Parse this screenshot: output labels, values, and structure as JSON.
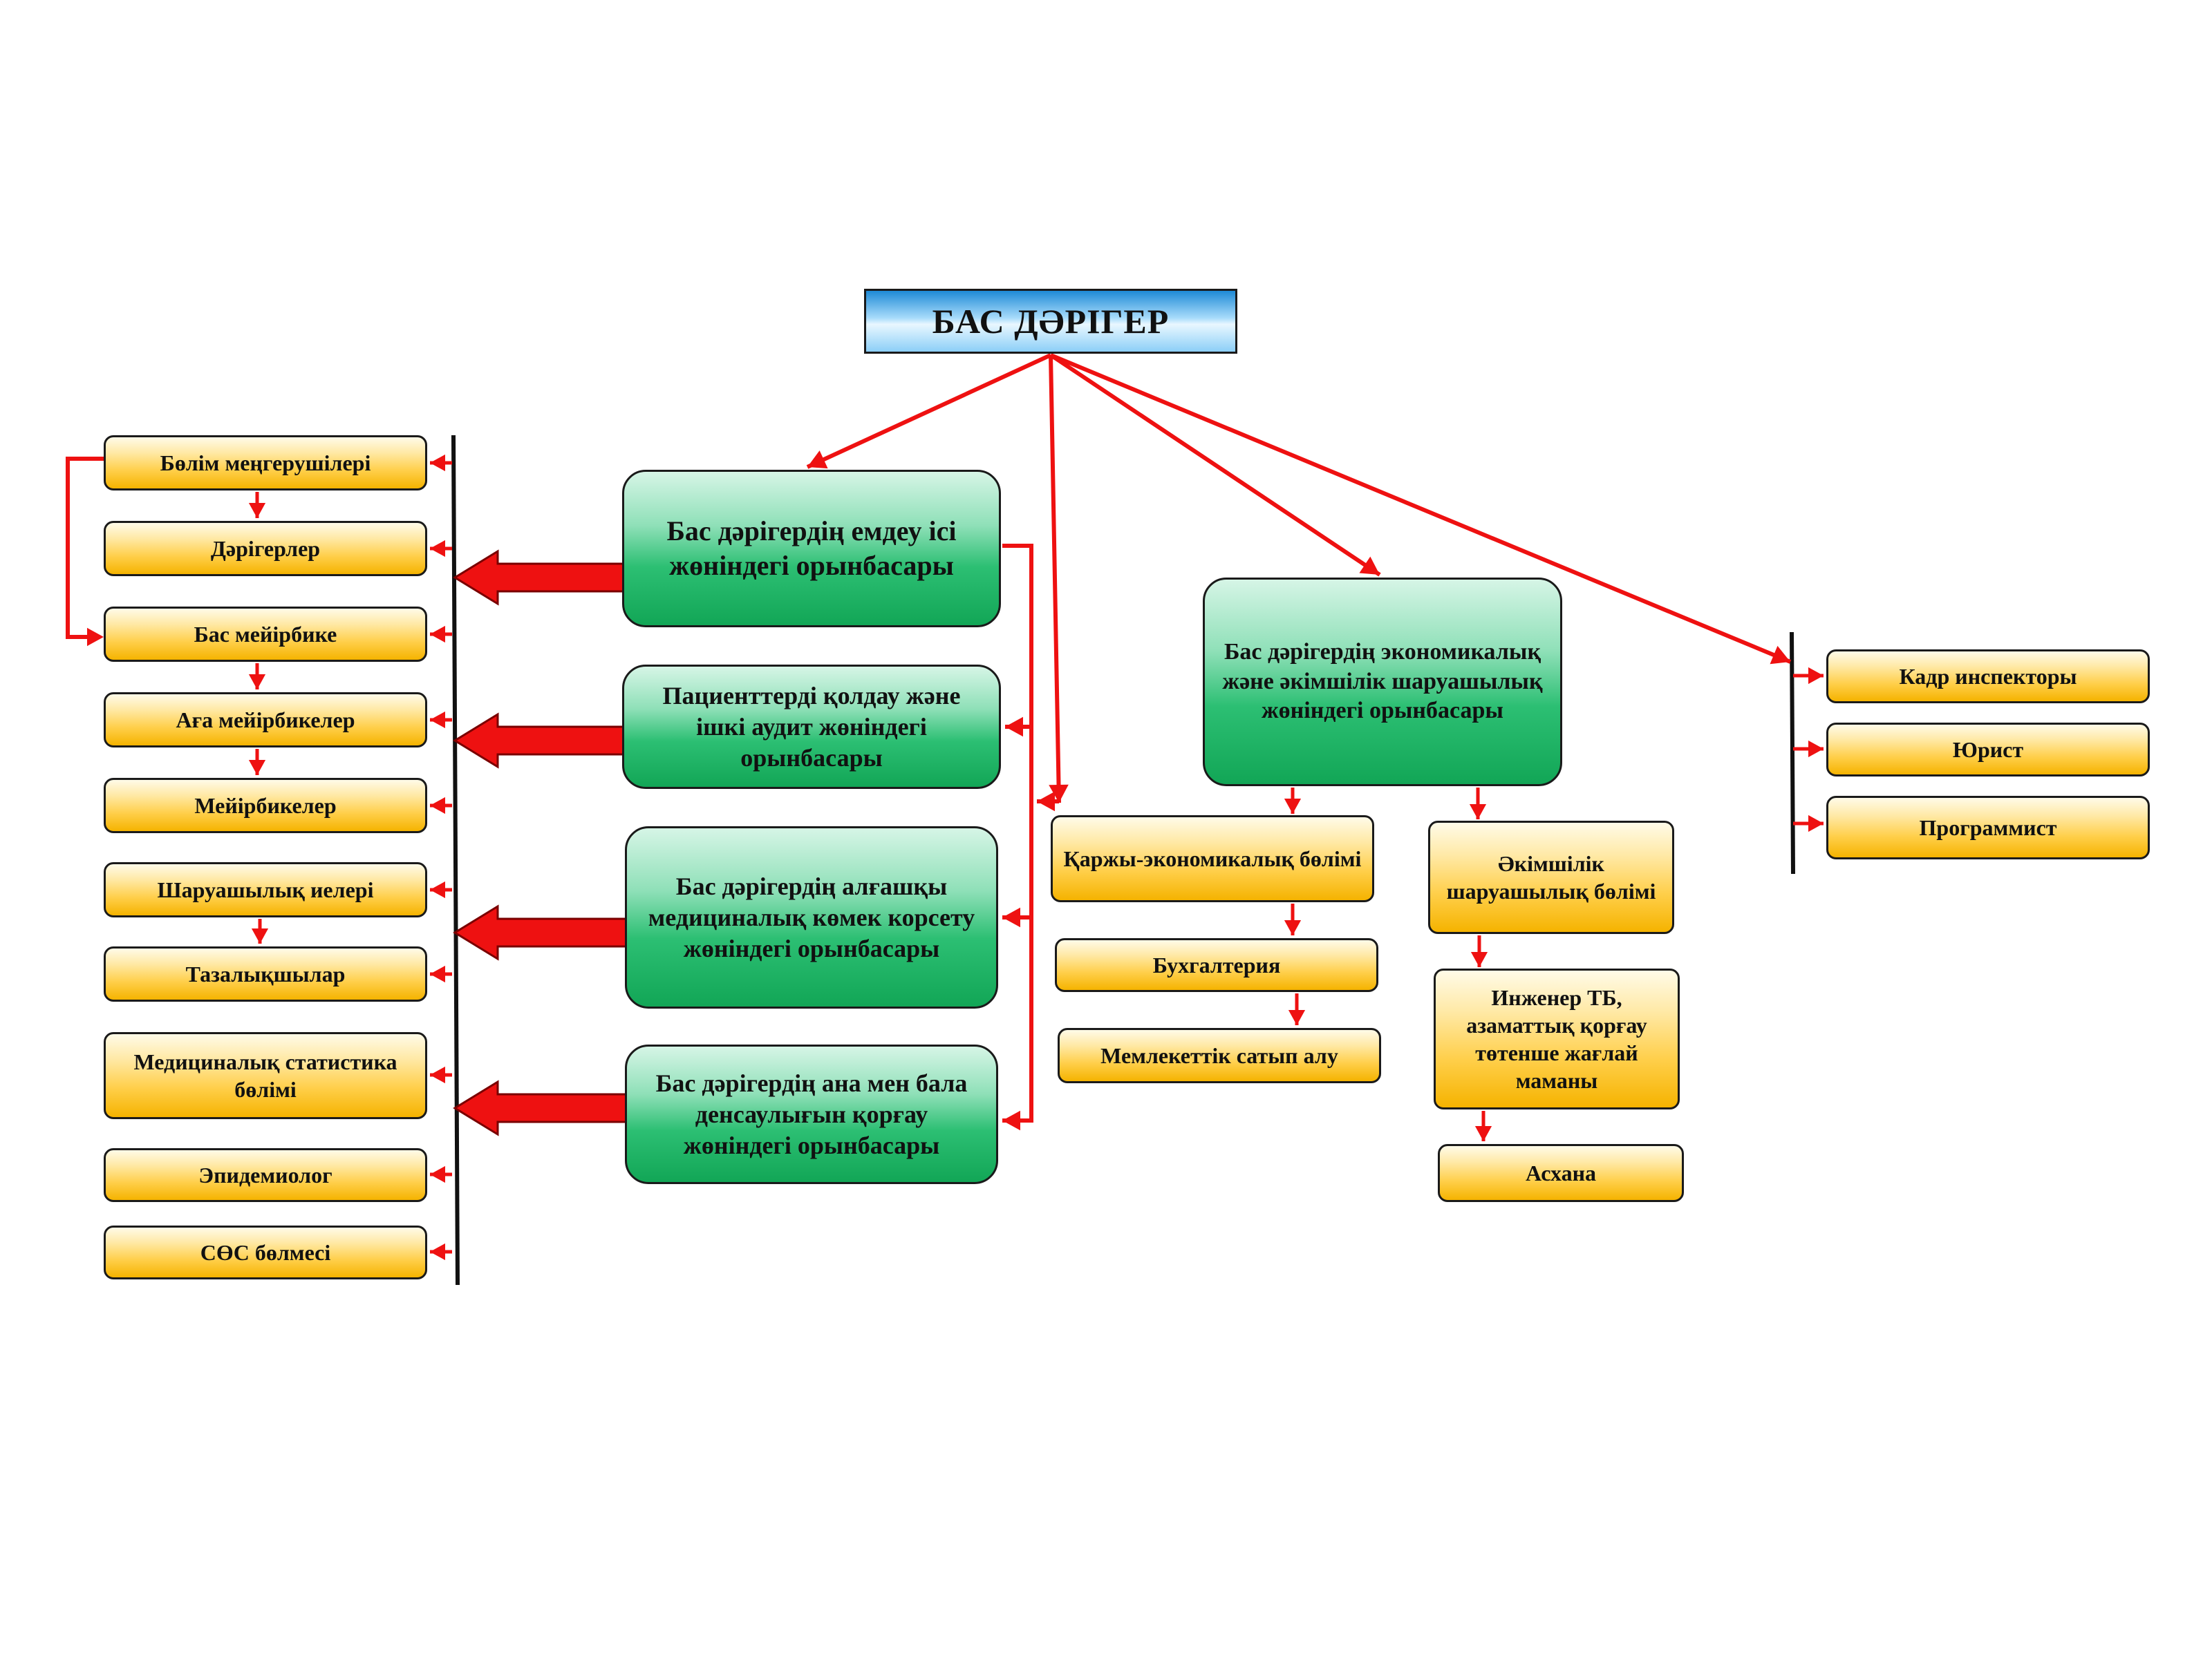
{
  "chief": {
    "label": "БАС ДӘРІГЕР"
  },
  "deputies": {
    "medical": "Бас дәрігердің емдеу ісі жөніндегі орынбасары",
    "audit": "Пациенттерді қолдау және ішкі аудит жөніндегі орынбасары",
    "primary_care": "Бас дәрігердің алғашқы медициналық көмек корсету жөніндегі орынбасары",
    "maternal": "Бас дәрігердің ана мен бала денсаулығын қорғау жөніндегі орынбасары",
    "economic": "Бас дәрігердің экономикалық және әкімшілік шаруашылық жөніндегі орынбасары"
  },
  "left_units": [
    "Бөлім меңгерушілері",
    "Дәрігерлер",
    "Бас мейірбике",
    "Аға мейірбикелер",
    "Мейірбикелер",
    "Шаруашылық иелері",
    "Тазалықшылар",
    "Медициналық статистика бөлімі",
    "Эпидемиолог",
    "СӨС бөлмесі"
  ],
  "finance_units": [
    "Қаржы-экономикалық бөлімі",
    "Бухгалтерия",
    "Мемлекеттік сатып алу"
  ],
  "admin_units": [
    "Әкімшілік шаруашылық бөлімі",
    "Инженер ТБ, азаматтық қорғау төтенше жағлай маманы",
    "Асхана"
  ],
  "staff_units": [
    "Кадр инспекторы",
    "Юрист",
    "Программист"
  ],
  "colors": {
    "arrow": "#ee1111",
    "spine": "#111111"
  }
}
